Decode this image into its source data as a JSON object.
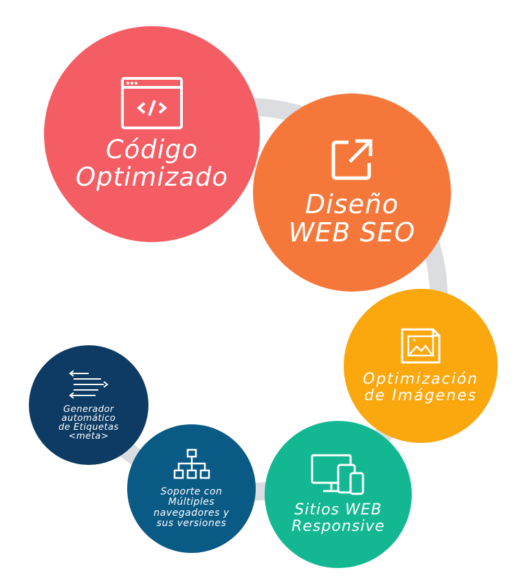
{
  "colors": {
    "ring": "#dcdde0",
    "codigo": "#f45d63",
    "diseno": "#f5783a",
    "imagenes": "#fba80f",
    "responsive": "#13b893",
    "soporte": "#0a5a86",
    "meta": "#0d3b63"
  },
  "nodes": {
    "codigo": {
      "icon": "code-window-icon",
      "lines": [
        "Código",
        "Optimizado"
      ]
    },
    "diseno": {
      "icon": "external-link-icon",
      "lines": [
        "Diseño",
        "WEB SEO"
      ]
    },
    "imagenes": {
      "icon": "image-file-icon",
      "lines": [
        "Optimización",
        "de Imágenes"
      ]
    },
    "responsive": {
      "icon": "devices-icon",
      "lines": [
        "Sitios WEB",
        "Responsive"
      ]
    },
    "soporte": {
      "icon": "sitemap-icon",
      "lines": [
        "Soporte con",
        "Múltiples",
        "navegadores y",
        "sus versiones"
      ]
    },
    "meta": {
      "icon": "align-arrows-icon",
      "lines": [
        "Generador",
        "automático",
        "de Etiquetas",
        "<meta>"
      ]
    }
  }
}
